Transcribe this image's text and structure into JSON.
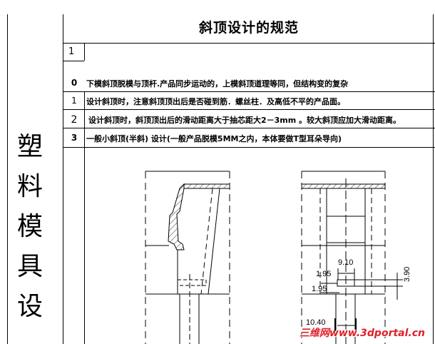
{
  "title": "斜顶设计的规范",
  "section_number": "1",
  "side_title": [
    "塑",
    "料",
    "模",
    "具",
    "设"
  ],
  "rows": [
    {
      "num": "0",
      "text": "下模斜顶脱模与顶杆.产品同步运动的，上模斜顶道理等同，但结构变的复杂"
    },
    {
      "num": "1",
      "text": "设计斜顶时，注意斜顶顶出后是否碰到筋．螺丝柱．及高低不平的产品面。"
    },
    {
      "num": "2",
      "text": "设计斜顶时，斜顶顶出后的滑动距离大于抽芯距大2－3mm 。较大斜顶应加大滑动距离。"
    },
    {
      "num": "3",
      "text": "一般小斜顶(半斜) 设计(一般产品脱模5MM之内，本体要做T型耳朵导向)"
    }
  ],
  "dimensions": {
    "d1": "9.10",
    "d2": "1.95",
    "d3": "1.95",
    "d4": "3.90",
    "d5": "10.40"
  },
  "watermark": "三维网www.3dportal.cn",
  "colors": {
    "line": "#000000",
    "watermark": "#e0202a"
  }
}
